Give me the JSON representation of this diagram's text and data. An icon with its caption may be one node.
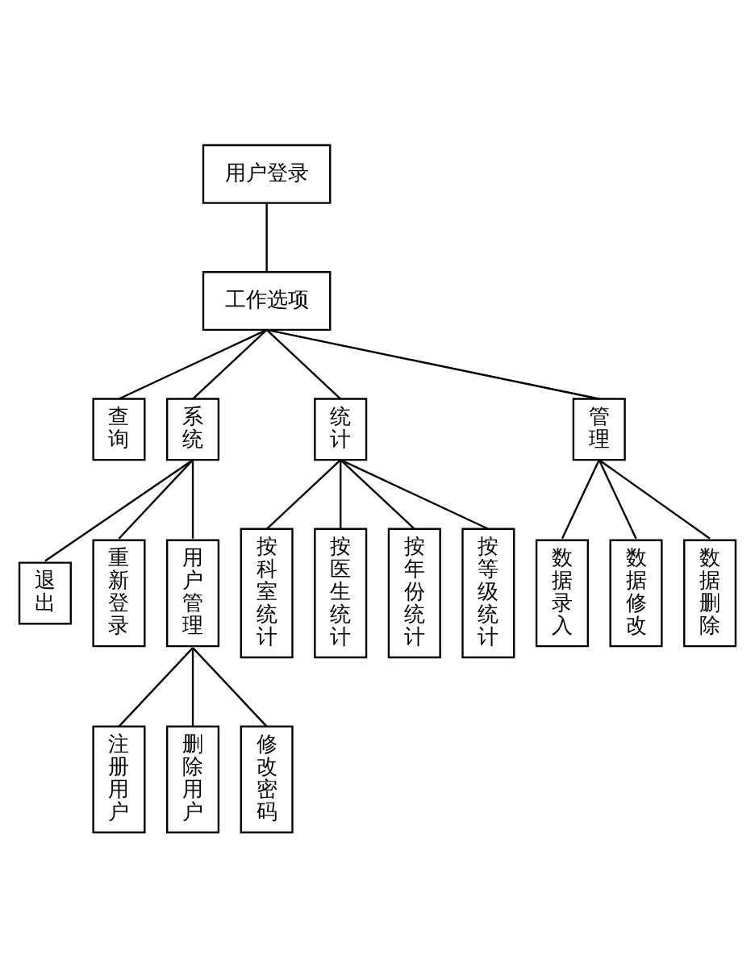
{
  "diagram": {
    "nodes": [
      {
        "text": [
          "用户登录"
        ]
      },
      {
        "text": [
          "工作选项"
        ]
      },
      {
        "text": [
          "查询"
        ]
      },
      {
        "text": [
          "系统"
        ]
      },
      {
        "text": [
          "统计"
        ]
      },
      {
        "text": [
          "管理"
        ]
      },
      {
        "text": [
          "退出"
        ]
      },
      {
        "text": [
          "重新登录"
        ]
      },
      {
        "text": [
          "用户管理"
        ]
      },
      {
        "text": [
          "按科室统计"
        ]
      },
      {
        "text": [
          "按医生统计"
        ]
      },
      {
        "text": [
          "按年份统计"
        ]
      },
      {
        "text": [
          "按等级统计"
        ]
      },
      {
        "text": [
          "数据录入"
        ]
      },
      {
        "text": [
          "数据修改"
        ]
      },
      {
        "text": [
          "数据删除"
        ]
      },
      {
        "text": [
          "注册用户"
        ]
      },
      {
        "text": [
          "删除用户"
        ]
      },
      {
        "text": [
          "修改密码"
        ]
      }
    ],
    "edges": [
      {
        "from": 0,
        "to": 1,
        "arrow": "none"
      },
      {
        "from": 1,
        "to": 2,
        "arrow": "none"
      },
      {
        "from": 1,
        "to": 3,
        "arrow": "none"
      },
      {
        "from": 1,
        "to": 4,
        "arrow": "none"
      },
      {
        "from": 1,
        "to": 5,
        "arrow": "none"
      },
      {
        "from": 3,
        "to": 6,
        "arrow": "none"
      },
      {
        "from": 3,
        "to": 7,
        "arrow": "none"
      },
      {
        "from": 3,
        "to": 8,
        "arrow": "none"
      },
      {
        "from": 4,
        "to": 9,
        "arrow": "none"
      },
      {
        "from": 4,
        "to": 10,
        "arrow": "none"
      },
      {
        "from": 4,
        "to": 11,
        "arrow": "none"
      },
      {
        "from": 4,
        "to": 12,
        "arrow": "none"
      },
      {
        "from": 5,
        "to": 13,
        "arrow": "none"
      },
      {
        "from": 5,
        "to": 14,
        "arrow": "none"
      },
      {
        "from": 5,
        "to": 15,
        "arrow": "none"
      },
      {
        "from": 8,
        "to": 16,
        "arrow": "none"
      },
      {
        "from": 8,
        "to": 17,
        "arrow": "none"
      },
      {
        "from": 8,
        "to": 18,
        "arrow": "none"
      }
    ]
  }
}
